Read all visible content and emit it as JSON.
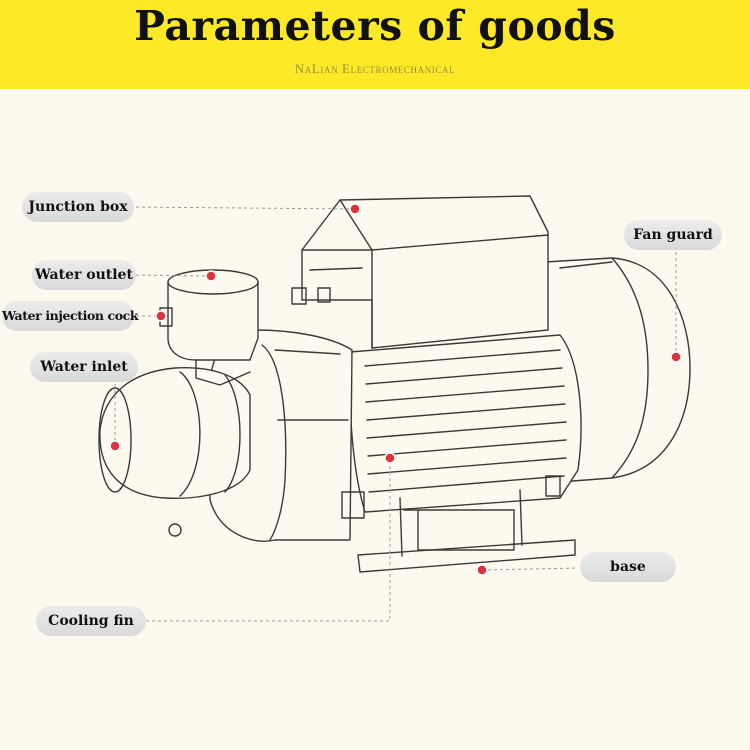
{
  "header": {
    "title": "Parameters of goods",
    "subtitle": "NaLian Electromechanical"
  },
  "callouts": {
    "junction_box": "Junction box",
    "water_outlet": "Water outlet",
    "water_injection_cock": "Water injection cock",
    "water_inlet": "Water inlet",
    "fan_guard": "Fan guard",
    "base": "base",
    "cooling_fin": "Cooling fin"
  },
  "colors": {
    "banner": "#fde928",
    "background": "#fdf9ee",
    "marker": "#e0303a",
    "leader_line": "#9a9a9a"
  }
}
